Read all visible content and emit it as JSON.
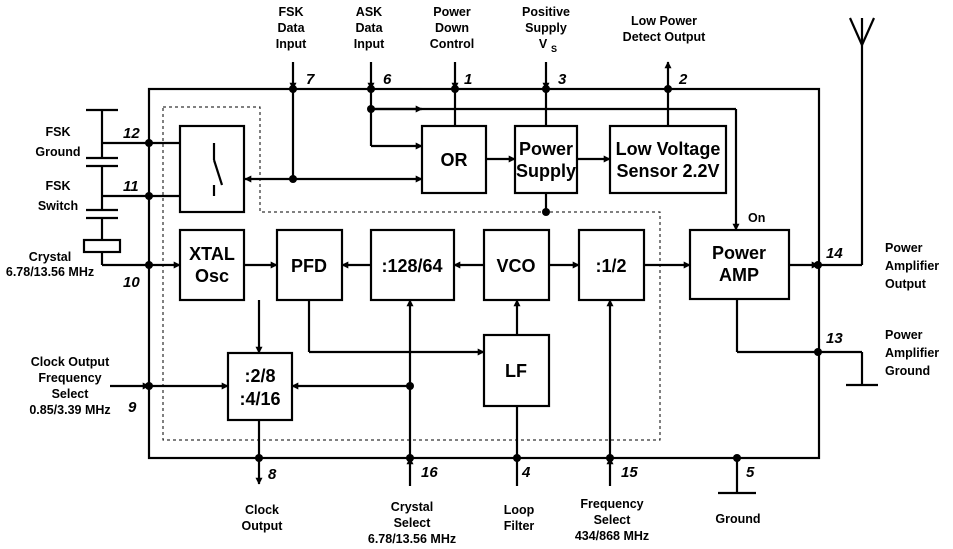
{
  "blocks": {
    "or": "OR",
    "power_supply": [
      "Power",
      "Supply"
    ],
    "low_voltage_sensor": [
      "Low Voltage",
      "Sensor 2.2V"
    ],
    "xtal_osc": [
      "XTAL",
      "Osc"
    ],
    "pfd": "PFD",
    "div128": ":128/64",
    "vco": "VCO",
    "div2": ":1/2",
    "power_amp": [
      "Power",
      "AMP"
    ],
    "lf": "LF",
    "clk_div": [
      ":2/8",
      ":4/16"
    ]
  },
  "labels": {
    "on": "On",
    "fsk_data_input": [
      "FSK",
      "Data",
      "Input"
    ],
    "ask_data_input": [
      "ASK",
      "Data",
      "Input"
    ],
    "power_down_control": [
      "Power",
      "Down",
      "Control"
    ],
    "positive_supply": [
      "Positive",
      "Supply",
      "V"
    ],
    "positive_supply_sub": "S",
    "low_power_detect_output": [
      "Low Power",
      "Detect Output"
    ],
    "fsk_ground": [
      "FSK",
      "Ground"
    ],
    "fsk_switch": [
      "FSK",
      "Switch"
    ],
    "crystal": [
      "Crystal",
      "6.78/13.56 MHz"
    ],
    "clock_output_freq_select": [
      "Clock Output",
      "Frequency",
      "Select",
      "0.85/3.39 MHz"
    ],
    "clock_output": [
      "Clock",
      "Output"
    ],
    "crystal_select": [
      "Crystal",
      "Select",
      "6.78/13.56 MHz"
    ],
    "loop_filter": [
      "Loop",
      "Filter"
    ],
    "frequency_select": [
      "Frequency",
      "Select",
      "434/868 MHz"
    ],
    "ground": "Ground",
    "pa_output": [
      "Power",
      "Amplifier",
      "Output"
    ],
    "pa_ground": [
      "Power",
      "Amplifier",
      "Ground"
    ]
  },
  "pins": {
    "p1": "1",
    "p2": "2",
    "p3": "3",
    "p4": "4",
    "p5": "5",
    "p6": "6",
    "p7": "7",
    "p8": "8",
    "p9": "9",
    "p10": "10",
    "p11": "11",
    "p12": "12",
    "p13": "13",
    "p14": "14",
    "p15": "15",
    "p16": "16"
  }
}
